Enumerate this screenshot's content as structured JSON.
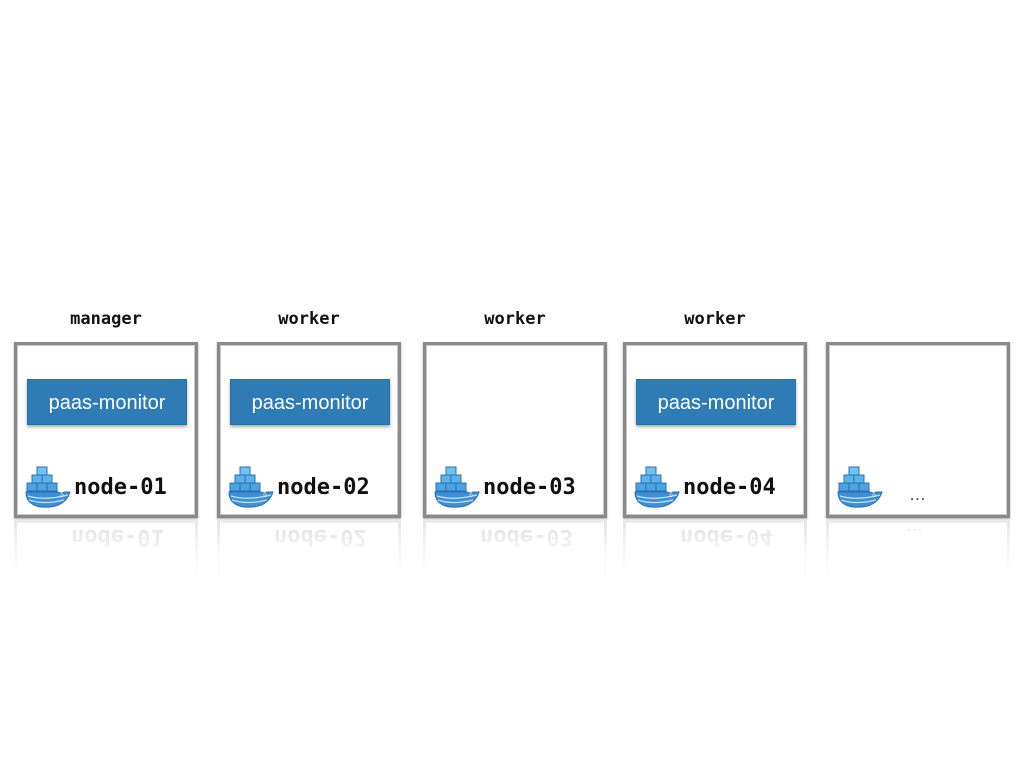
{
  "nodes": [
    {
      "role": "manager",
      "service": "paas-monitor",
      "name": "node-01",
      "icon": "docker-whale-icon"
    },
    {
      "role": "worker",
      "service": "paas-monitor",
      "name": "node-02",
      "icon": "docker-whale-icon"
    },
    {
      "role": "worker",
      "service": "",
      "name": "node-03",
      "icon": "docker-whale-icon"
    },
    {
      "role": "worker",
      "service": "paas-monitor",
      "name": "node-04",
      "icon": "docker-whale-icon"
    },
    {
      "role": "",
      "service": "",
      "name": "…",
      "icon": "docker-whale-icon"
    }
  ],
  "colors": {
    "service_bg": "#2e7bb5",
    "frame": "#8a8a8a",
    "whale_blue": "#3f8fd6"
  }
}
